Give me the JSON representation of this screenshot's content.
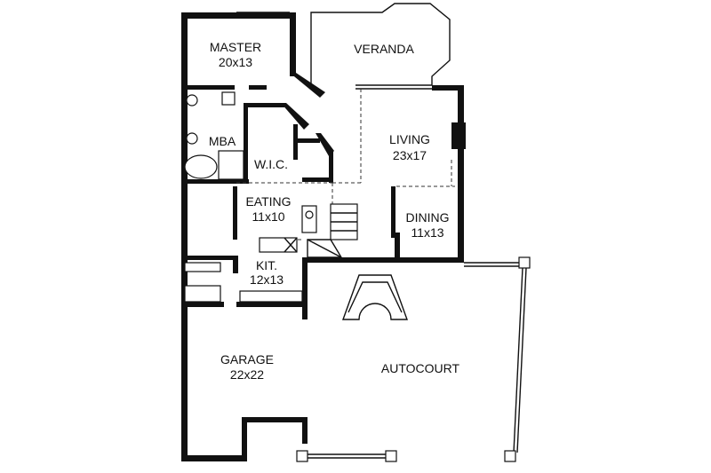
{
  "rooms": {
    "master": {
      "name": "MASTER",
      "size": "20x13"
    },
    "veranda": {
      "name": "VERANDA"
    },
    "mba": {
      "name": "MBA"
    },
    "wic": {
      "name": "W.I.C."
    },
    "living": {
      "name": "LIVING",
      "size": "23x17"
    },
    "eating": {
      "name": "EATING",
      "size": "11x10"
    },
    "dining": {
      "name": "DINING",
      "size": "11x13"
    },
    "kitchen": {
      "name": "KIT.",
      "size": "12x13"
    },
    "garage": {
      "name": "GARAGE",
      "size": "22x22"
    },
    "autocourt": {
      "name": "AUTOCOURT"
    }
  },
  "colors": {
    "wall": "#111111",
    "background": "#ffffff"
  }
}
